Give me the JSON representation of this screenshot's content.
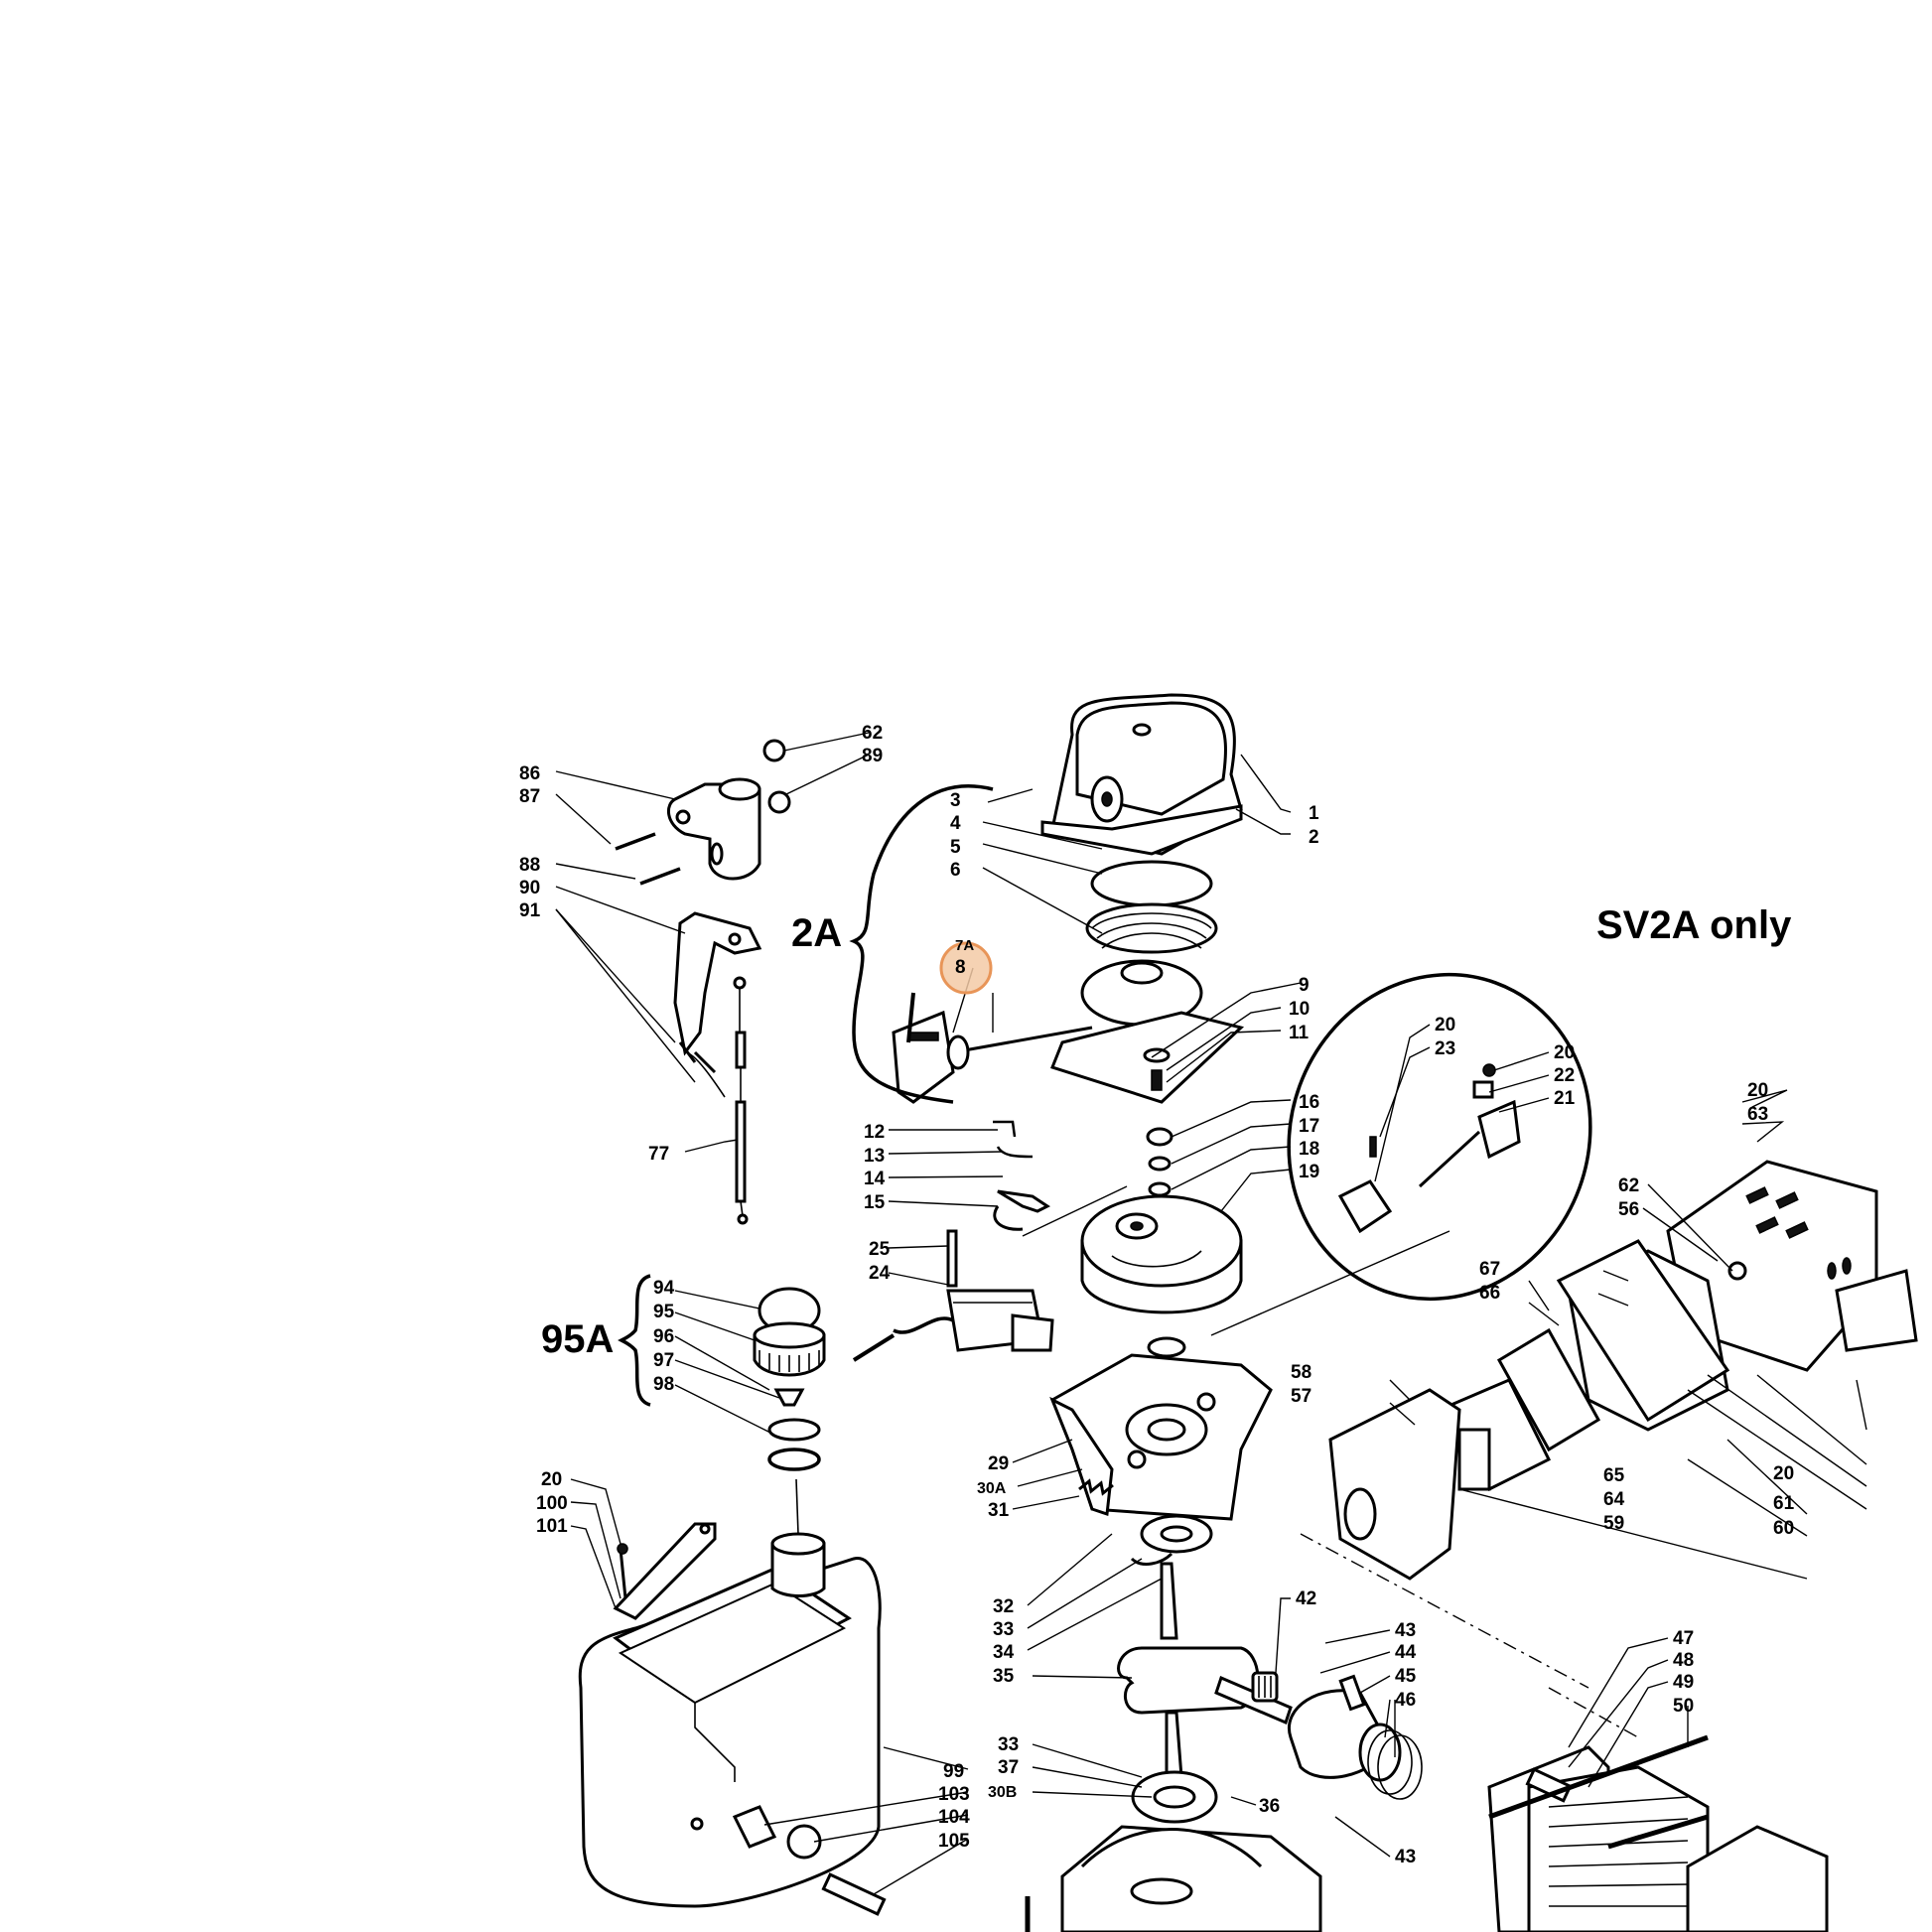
{
  "diagram": {
    "group_labels": {
      "starter": "2A",
      "fuel_cap": "95A",
      "ignition": "SV2A only"
    },
    "highlight_callout": "8",
    "callouts": {
      "c1": "1",
      "c2": "2",
      "c3": "3",
      "c4": "4",
      "c5": "5",
      "c6": "6",
      "c7a": "7A",
      "c9": "9",
      "c10": "10",
      "c11": "11",
      "c12": "12",
      "c13": "13",
      "c14": "14",
      "c15": "15",
      "c16": "16",
      "c17": "17",
      "c18": "18",
      "c19": "19",
      "c20a": "20",
      "c20b": "20",
      "c20c": "20",
      "c20d": "20",
      "c20e": "20",
      "c21": "21",
      "c22": "22",
      "c23": "23",
      "c24": "24",
      "c25": "25",
      "c29": "29",
      "c30a": "30A",
      "c31": "31",
      "c32": "32",
      "c33a": "33",
      "c34": "34",
      "c35": "35",
      "c33b": "33",
      "c37": "37",
      "c30b": "30B",
      "c36": "36",
      "c42": "42",
      "c43a": "43",
      "c44": "44",
      "c45": "45",
      "c46": "46",
      "c43b": "43",
      "c47": "47",
      "c48": "48",
      "c49": "49",
      "c50": "50",
      "c56": "56",
      "c57": "57",
      "c58": "58",
      "c59": "59",
      "c60": "60",
      "c61": "61",
      "c62a": "62",
      "c62b": "62",
      "c63": "63",
      "c64": "64",
      "c65": "65",
      "c66": "66",
      "c67": "67",
      "c77": "77",
      "c86": "86",
      "c87": "87",
      "c88": "88",
      "c89": "89",
      "c90": "90",
      "c91": "91",
      "c94": "94",
      "c95": "95",
      "c96": "96",
      "c97": "97",
      "c98": "98",
      "c99": "99",
      "c100": "100",
      "c101": "101",
      "c103": "103",
      "c104": "104",
      "c105": "105"
    },
    "colors": {
      "ink": "#000000",
      "highlight_fill": "#f3caa6",
      "highlight_stroke": "#e89558"
    }
  }
}
